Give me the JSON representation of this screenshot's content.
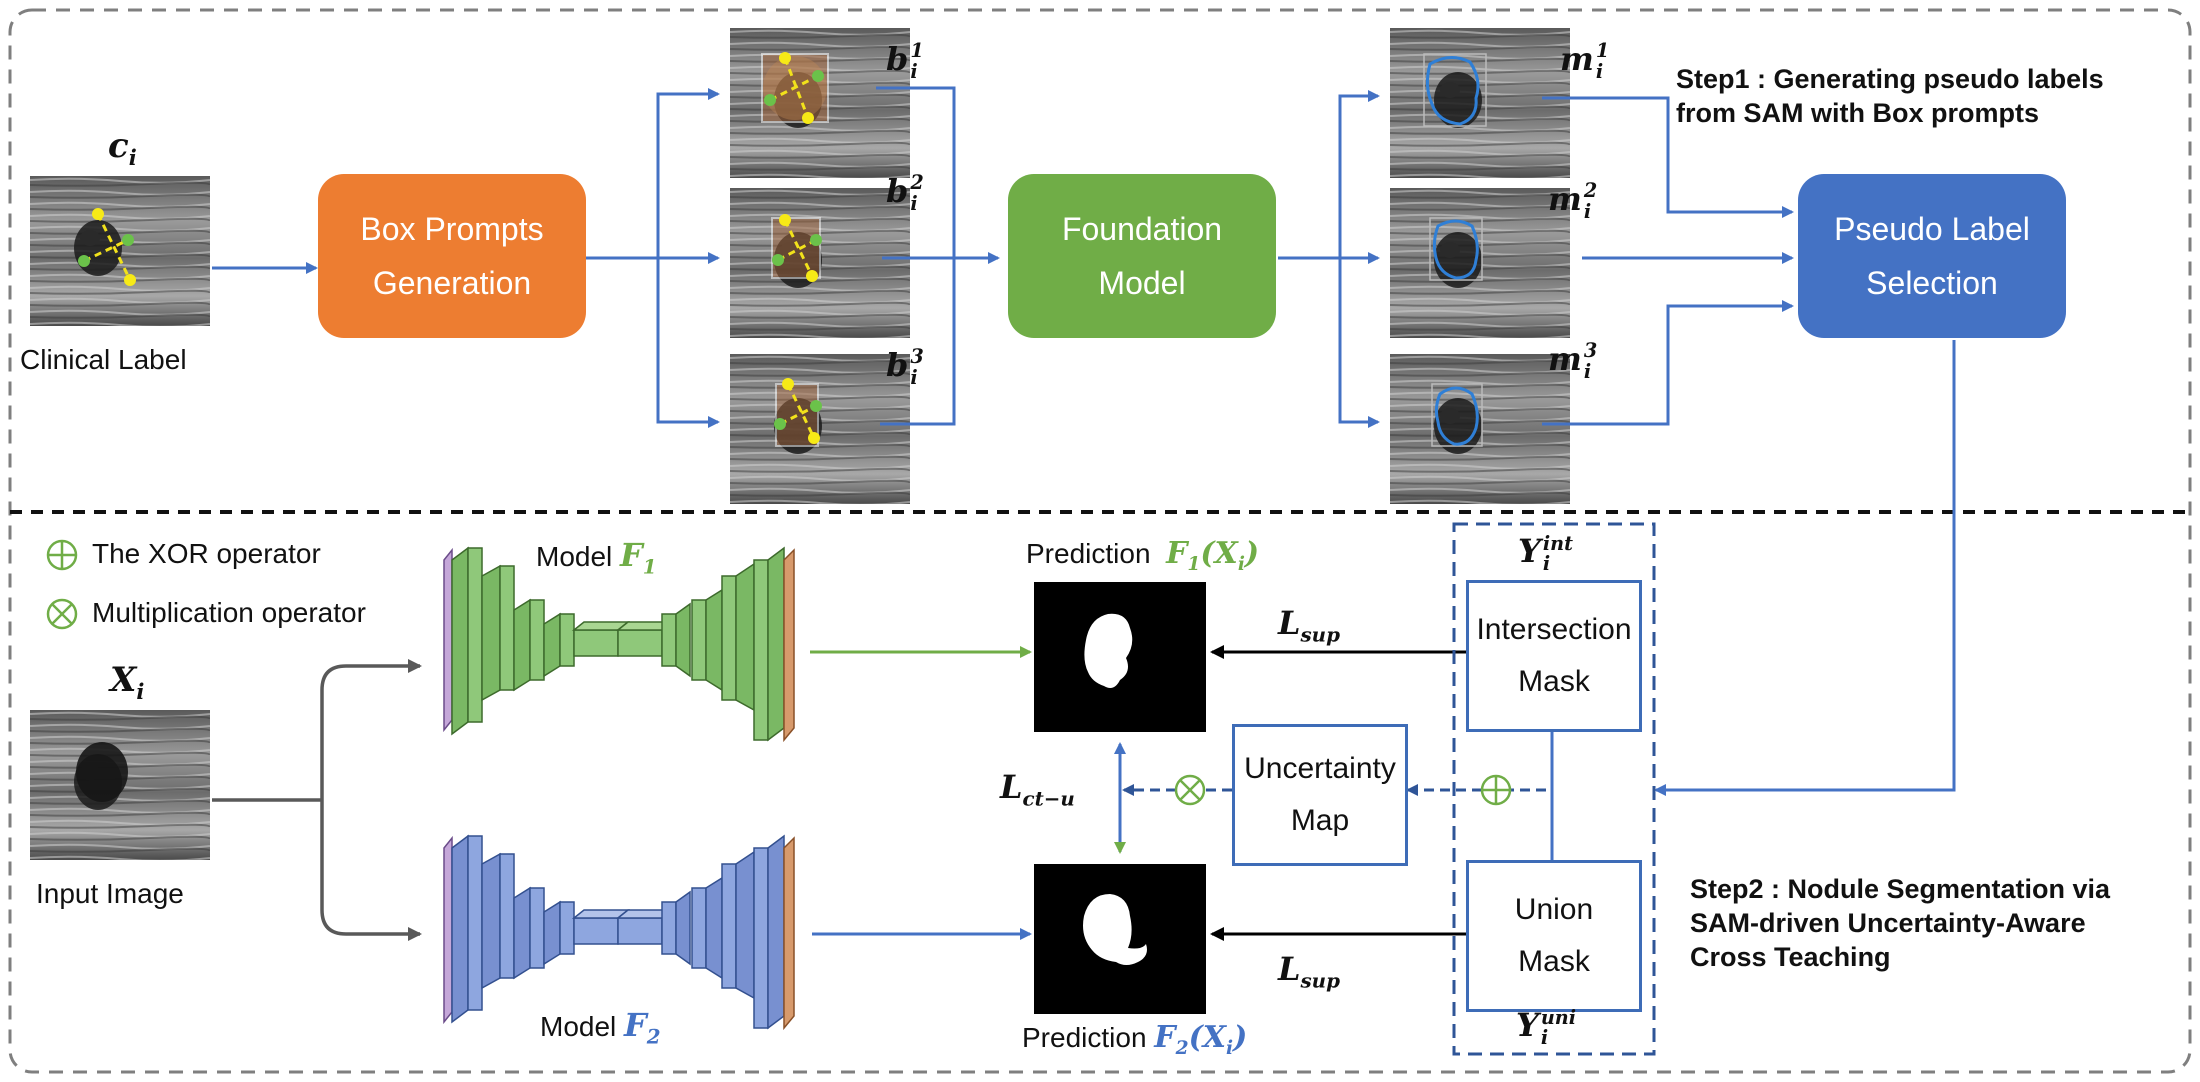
{
  "step1": {
    "title_line1": "Step1 : Generating pseudo labels",
    "title_line2": "from SAM with Box prompts",
    "clinical_label": "Clinical Label",
    "c_symbol": "c",
    "c_sub": "i",
    "box_prompts": {
      "line1": "Box  Prompts",
      "line2": "Generation"
    },
    "foundation": {
      "line1": "Foundation",
      "line2": "Model"
    },
    "pseudo": {
      "line1": "Pseudo  Label",
      "line2": "Selection"
    },
    "box_labels": [
      {
        "sym": "b",
        "sup": "1",
        "sub": "i"
      },
      {
        "sym": "b",
        "sup": "2",
        "sub": "i"
      },
      {
        "sym": "b",
        "sup": "3",
        "sub": "i"
      }
    ],
    "mask_labels": [
      {
        "sym": "m",
        "sup": "1",
        "sub": "i"
      },
      {
        "sym": "m",
        "sup": "2",
        "sub": "i"
      },
      {
        "sym": "m",
        "sup": "3",
        "sub": "i"
      }
    ]
  },
  "step2": {
    "title_line1": "Step2 : Nodule Segmentation via",
    "title_line2": "SAM-driven Uncertainty-Aware",
    "title_line3": "Cross Teaching",
    "legend_xor": "The XOR operator",
    "legend_mult": "Multiplication operator",
    "input_label": "Input Image",
    "x_symbol": "X",
    "x_sub": "i",
    "model1": {
      "text": "Model",
      "sym": "F",
      "sub": "1"
    },
    "model2": {
      "text": "Model",
      "sym": "F",
      "sub": "2"
    },
    "prediction1": {
      "text": "Prediction",
      "sym": "F",
      "sub": "1",
      "arg": "(X",
      "arg_sub": "i",
      "close": ")"
    },
    "prediction2": {
      "text": "Prediction",
      "sym": "F",
      "sub": "2",
      "arg": "(X",
      "arg_sub": "i",
      "close": ")"
    },
    "intersection": {
      "line1": "Intersection",
      "line2": "Mask"
    },
    "union": {
      "line1": "Union",
      "line2": "Mask"
    },
    "uncertainty": {
      "line1": "Uncertainty",
      "line2": "Map"
    },
    "y_int": {
      "sym": "Y",
      "sup": "int",
      "sub": "i"
    },
    "y_uni": {
      "sym": "Y",
      "sup": "uni",
      "sub": "i"
    },
    "l_sup_top": {
      "sym": "L",
      "sub": "sup"
    },
    "l_sup_bottom": {
      "sym": "L",
      "sub": "sup"
    },
    "l_ct": {
      "sym": "L",
      "sub": "ct−u"
    }
  },
  "colors": {
    "orange": "#ed7d31",
    "green": "#70ad47",
    "blue": "#4472c4",
    "arrow_blue": "#4472c4",
    "dashed_border": "#7f7f7f",
    "dark_blue_dash": "#2f5597"
  }
}
